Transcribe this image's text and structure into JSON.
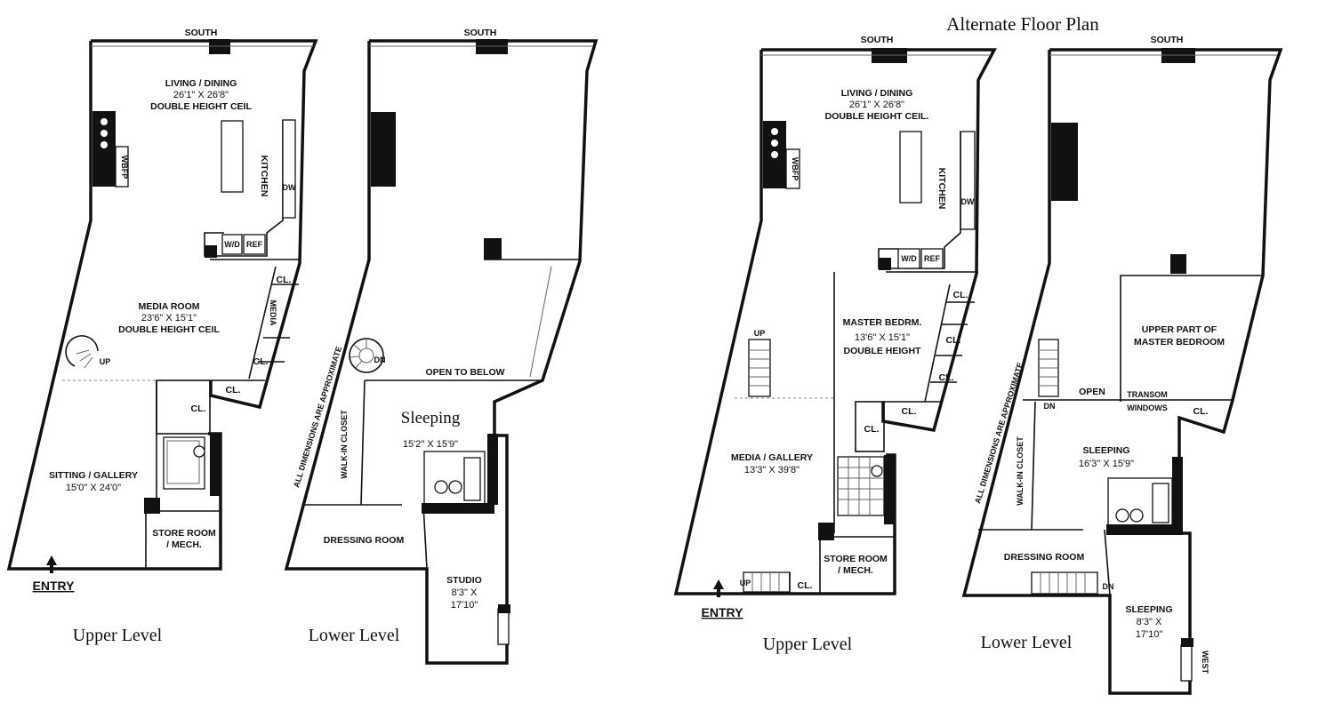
{
  "title": "Alternate Floor Plan",
  "plan1": {
    "upper": {
      "caption": "Upper Level",
      "south": "SOUTH",
      "living_name": "LIVING / DINING",
      "living_dim": "26'1\" X 26'8\"",
      "living_note": "DOUBLE HEIGHT CEIL",
      "wbfp": "WBFP",
      "kitchen": "KITCHEN",
      "dw": "DW",
      "wd": "W/D",
      "ref": "REF",
      "media_name": "MEDIA ROOM",
      "media_dim": "23'6\" X 15'1\"",
      "media_note": "DOUBLE HEIGHT CEIL",
      "media_small": "MEDIA",
      "up": "UP",
      "cl": "CL.",
      "sitting_name": "SITTING / GALLERY",
      "sitting_dim": "15'0\" X 24'0\"",
      "store": "STORE ROOM",
      "mech": "/ MECH.",
      "entry": "ENTRY"
    },
    "lower": {
      "caption": "Lower Level",
      "south": "SOUTH",
      "dn": "DN",
      "open_below": "OPEN TO BELOW",
      "all_dims": "ALL DIMENSIONS ARE APPROXIMATE",
      "walkin": "WALK-IN CLOSET",
      "sleeping_name": "Sleeping",
      "sleeping_dim": "15'2\" X 15'9\"",
      "dressing": "DRESSING ROOM",
      "studio_name": "STUDIO",
      "studio_dim1": "8'3\" X",
      "studio_dim2": "17'10\""
    }
  },
  "plan2": {
    "upper": {
      "caption": "Upper Level",
      "south": "SOUTH",
      "living_name": "LIVING / DINING",
      "living_dim": "26'1\" X 26'8\"",
      "living_note": "DOUBLE HEIGHT CEIL.",
      "wbfp": "WBFP",
      "kitchen": "KITCHEN",
      "dw": "DW",
      "wd": "W/D",
      "ref": "REF",
      "master_name": "MASTER BEDRM.",
      "master_dim": "13'6\" X 15'1\"",
      "master_note": "DOUBLE HEIGHT",
      "up": "UP",
      "cl": "CL.",
      "media_name": "MEDIA / GALLERY",
      "media_dim": "13'3\" X 39'8\"",
      "store": "STORE ROOM",
      "mech": "/ MECH.",
      "entry": "ENTRY"
    },
    "lower": {
      "caption": "Lower Level",
      "south": "SOUTH",
      "upper_part1": "UPPER PART OF",
      "upper_part2": "MASTER BEDROOM",
      "dn": "DN",
      "open": "OPEN",
      "transom1": "TRANSOM",
      "transom2": "WINDOWS",
      "cl": "CL.",
      "all_dims": "ALL DIMENSIONS ARE APPROXIMATE",
      "walkin": "WALK-IN CLOSET",
      "sleeping_name": "SLEEPING",
      "sleeping_dim": "16'3\" X 15'9\"",
      "dressing": "DRESSING ROOM",
      "sleeping2_name": "SLEEPING",
      "sleeping2_dim1": "8'3\" X",
      "sleeping2_dim2": "17'10\"",
      "west": "WEST"
    }
  }
}
